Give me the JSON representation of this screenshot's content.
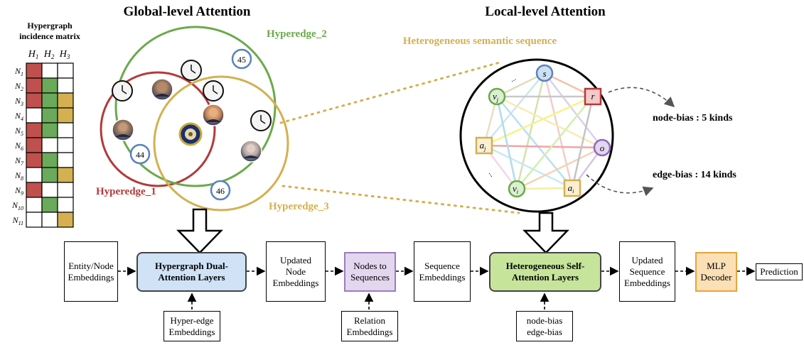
{
  "titles": {
    "global": "Global-level Attention",
    "local": "Local-level Attention"
  },
  "incidence": {
    "title_line1": "Hypergraph",
    "title_line2": "incidence matrix",
    "cols": [
      "H",
      "H",
      "H"
    ],
    "col_subs": [
      "1",
      "2",
      "3"
    ],
    "rows": [
      "N",
      "N",
      "N",
      "N",
      "N",
      "N",
      "N",
      "N",
      "N",
      "N",
      "N"
    ],
    "row_subs": [
      "1",
      "2",
      "3",
      "4",
      "5",
      "6",
      "7",
      "8",
      "9",
      "10",
      "11"
    ],
    "matrix": [
      [
        1,
        0,
        0
      ],
      [
        1,
        1,
        0
      ],
      [
        1,
        1,
        1
      ],
      [
        0,
        1,
        1
      ],
      [
        1,
        1,
        0
      ],
      [
        1,
        0,
        0
      ],
      [
        1,
        1,
        0
      ],
      [
        0,
        1,
        1
      ],
      [
        1,
        0,
        0
      ],
      [
        0,
        1,
        0
      ],
      [
        0,
        0,
        1
      ]
    ],
    "colors": [
      "#c0504d",
      "#6aaa5a",
      "#d4b050"
    ]
  },
  "hyperedges": {
    "h1": "Hyperedge_1",
    "h2": "Hyperedge_2",
    "h3": "Hyperedge_3",
    "h1_color": "#b33a3a",
    "h2_color": "#6aaa4a",
    "h3_color": "#d4b050"
  },
  "numbers": {
    "n44": "44",
    "n45": "45",
    "n46": "46"
  },
  "seq_title": "Heterogeneous semantic sequence",
  "seq_nodes": {
    "s": "s",
    "r": "r",
    "vj": "v",
    "vj_sub": "j",
    "aj": "a",
    "aj_sub": "j",
    "o": "o",
    "vi": "v",
    "vi_sub": "i",
    "ai": "a",
    "ai_sub": "i",
    "dots": "..."
  },
  "bias": {
    "node": "node-bias : 5 kinds",
    "edge": "edge-bias : 14 kinds"
  },
  "pipeline": {
    "entity_l1": "Entity/Node",
    "entity_l2": "Embeddings",
    "hda_l1": "Hypergraph Dual-",
    "hda_l2": "Attention Layers",
    "upd_node_l1": "Updated",
    "upd_node_l2": "Node",
    "upd_node_l3": "Embeddings",
    "n2s_l1": "Nodes to",
    "n2s_l2": "Sequences",
    "seq_emb_l1": "Sequence",
    "seq_emb_l2": "Embeddings",
    "hsa_l1": "Heterogeneous Self-",
    "hsa_l2": "Attention Layers",
    "upd_seq_l1": "Updated",
    "upd_seq_l2": "Sequence",
    "upd_seq_l3": "Embeddings",
    "mlp_l1": "MLP",
    "mlp_l2": "Decoder",
    "prediction": "Prediction",
    "hyper_emb_l1": "Hyper-edge",
    "hyper_emb_l2": "Embeddings",
    "rel_emb_l1": "Relation",
    "rel_emb_l2": "Embeddings",
    "bias_l1": "node-bias",
    "bias_l2": "edge-bias"
  }
}
